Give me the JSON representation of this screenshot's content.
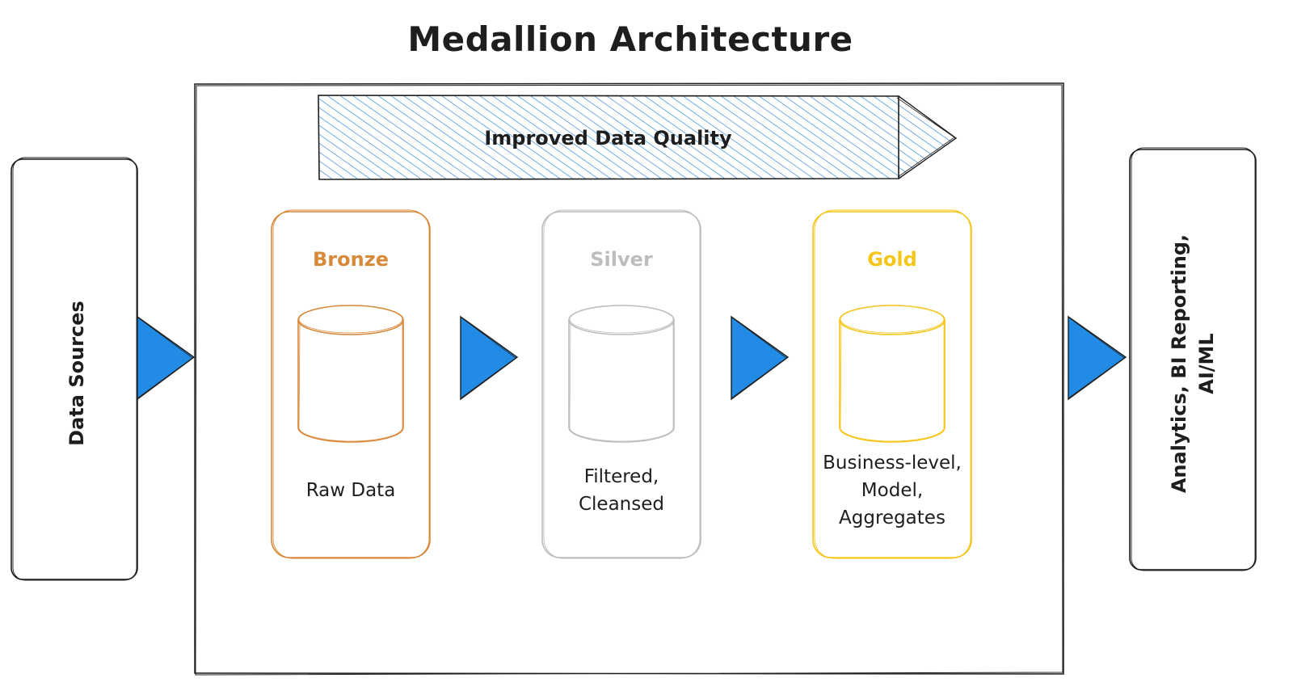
{
  "title": "Medallion Architecture",
  "banner": {
    "label": "Improved Data Quality",
    "color": "#1c7ed6"
  },
  "source": {
    "label": "Data Sources"
  },
  "consumers": {
    "label": "Analytics, BI Reporting,\nAI/ML"
  },
  "layers": [
    {
      "name": "Bronze",
      "description": "Raw Data",
      "color": "#d9893a",
      "icon": "database-cylinder-icon"
    },
    {
      "name": "Silver",
      "description": "Filtered,\nCleansed",
      "color": "#bdbdbd",
      "icon": "database-cylinder-icon"
    },
    {
      "name": "Gold",
      "description": "Business-level,\nModel,\nAggregates",
      "color": "#f5c518",
      "icon": "database-cylinder-icon"
    }
  ],
  "arrows": {
    "color": "#228be6",
    "icon": "flow-arrow-icon"
  }
}
